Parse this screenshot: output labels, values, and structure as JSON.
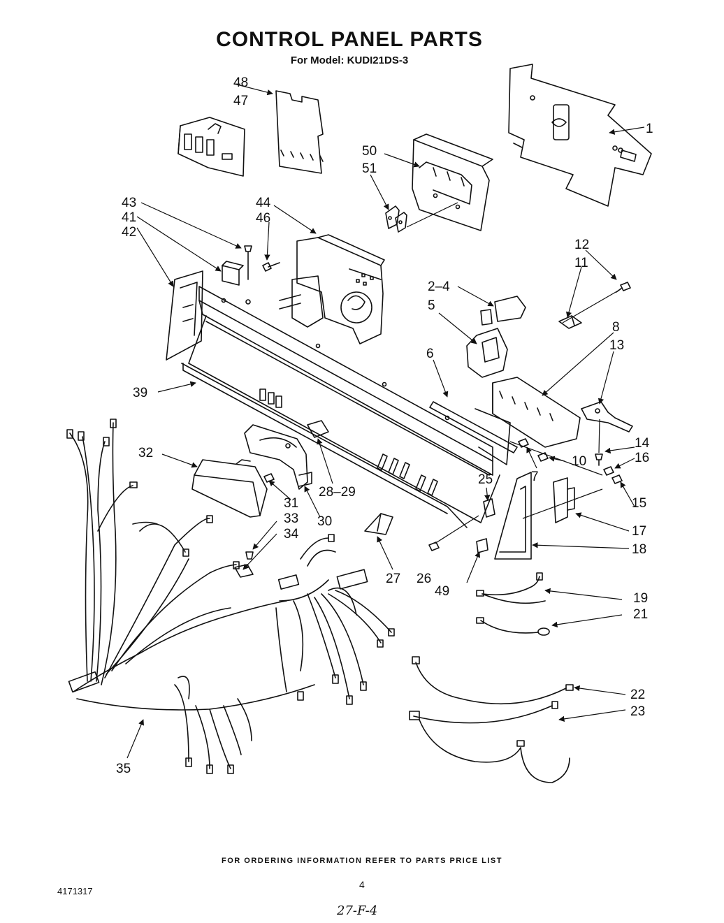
{
  "header": {
    "title": "CONTROL PANEL PARTS",
    "model": "For Model: KUDI21DS-3"
  },
  "footer": {
    "ordering_note": "FOR ORDERING INFORMATION REFER TO PARTS PRICE LIST",
    "doc_number": "4171317",
    "page_number": "4",
    "handwritten_note": "27-F-4"
  },
  "callouts": {
    "c1": "1",
    "c2_4": "2–4",
    "c5": "5",
    "c6": "6",
    "c7": "7",
    "c8": "8",
    "c10": "10",
    "c11": "11",
    "c12": "12",
    "c13": "13",
    "c14": "14",
    "c15": "15",
    "c16": "16",
    "c17": "17",
    "c18": "18",
    "c19": "19",
    "c21": "21",
    "c22": "22",
    "c23": "23",
    "c25": "25",
    "c26": "26",
    "c27": "27",
    "c28_29": "28–29",
    "c30": "30",
    "c31": "31",
    "c32": "32",
    "c33": "33",
    "c34": "34",
    "c35": "35",
    "c39": "39",
    "c41": "41",
    "c42": "42",
    "c43": "43",
    "c44": "44",
    "c46": "46",
    "c47": "47",
    "c48": "48",
    "c49": "49",
    "c50": "50",
    "c51": "51"
  }
}
